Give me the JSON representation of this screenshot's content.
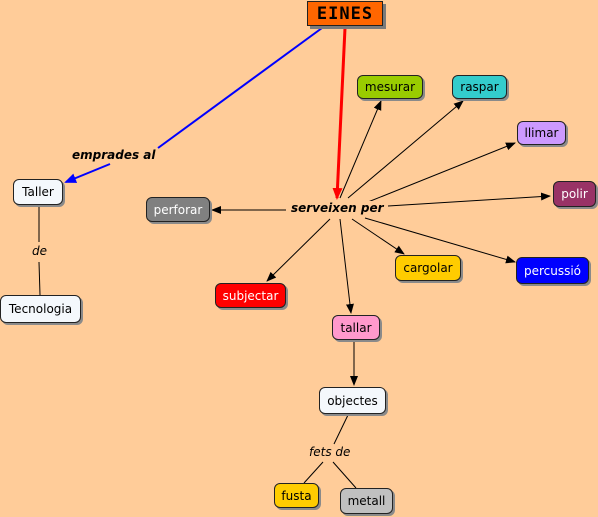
{
  "root": {
    "label": "EINES",
    "bg": "#FF6600",
    "text": "#000000"
  },
  "links": {
    "emprades_al": "emprades al",
    "serveixen_per": "serveixen per",
    "de": "de",
    "fets_de": "fets de"
  },
  "nodes": {
    "taller": {
      "label": "Taller",
      "bg": "#F4F8FC",
      "text": "#000000"
    },
    "tecnologia": {
      "label": "Tecnologia",
      "bg": "#F4F8FC",
      "text": "#000000"
    },
    "mesurar": {
      "label": "mesurar",
      "bg": "#99CC00",
      "text": "#000000"
    },
    "raspar": {
      "label": "raspar",
      "bg": "#33CCCC",
      "text": "#000000"
    },
    "llimar": {
      "label": "llimar",
      "bg": "#CC99FF",
      "text": "#000000"
    },
    "polir": {
      "label": "polir",
      "bg": "#993366",
      "text": "#FFFFFF"
    },
    "perforar": {
      "label": "perforar",
      "bg": "#808080",
      "text": "#FFFFFF"
    },
    "percussio": {
      "label": "percussió",
      "bg": "#0000FF",
      "text": "#FFFFFF"
    },
    "cargolar": {
      "label": "cargolar",
      "bg": "#FFCC00",
      "text": "#000000"
    },
    "subjectar": {
      "label": "subjectar",
      "bg": "#FF0000",
      "text": "#FFFFFF"
    },
    "tallar": {
      "label": "tallar",
      "bg": "#FF99CC",
      "text": "#000000"
    },
    "objectes": {
      "label": "objectes",
      "bg": "#F4F8FC",
      "text": "#000000"
    },
    "fusta": {
      "label": "fusta",
      "bg": "#FFCC00",
      "text": "#000000"
    },
    "metall": {
      "label": "metall",
      "bg": "#C0C0C0",
      "text": "#000000"
    }
  },
  "colors": {
    "red_arrow": "#FF0000",
    "blue_arrow": "#0000FF",
    "black_arrow": "#000000"
  }
}
